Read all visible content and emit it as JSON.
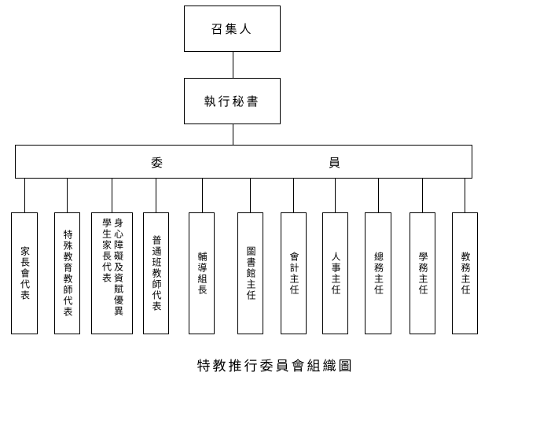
{
  "chart": {
    "convener": "召集人",
    "secretary": "執行秘書",
    "committee": {
      "left": "委",
      "right": "員"
    },
    "members": [
      "家長會代表",
      "特殊教育教師代表",
      "身心障礙及資賦優異學生家長代表",
      "普通班教師代表",
      "輔導組長",
      "圖書館主任",
      "會計主任",
      "人事主任",
      "總務主任",
      "學務主任",
      "教務主任"
    ],
    "caption": "特教推行委員會組織圖"
  }
}
